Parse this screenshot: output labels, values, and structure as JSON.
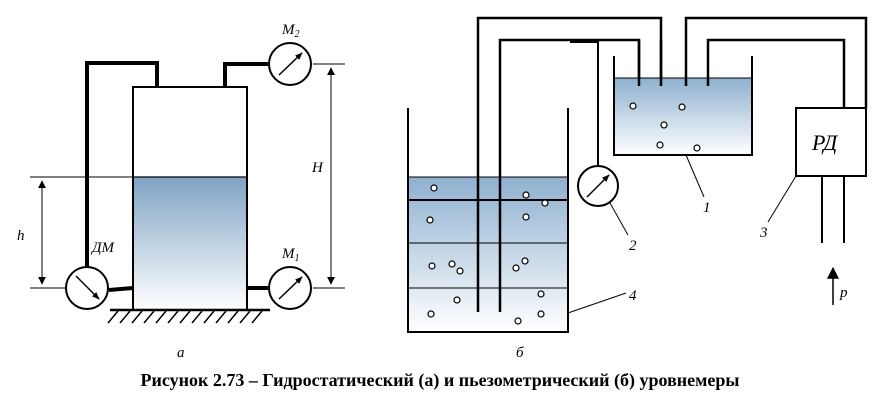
{
  "figure": {
    "caption": "Рисунок 2.73 – Гидростатический (а) и пьезометрический (б) уровнемеры",
    "panel_a": {
      "sublabel": "а",
      "dm_label": "ДМ",
      "m1_label": "М",
      "m1_sub": "1",
      "m2_label": "М",
      "m2_sub": "2",
      "h_label": "h",
      "H_label": "H"
    },
    "panel_b": {
      "sublabel": "б",
      "rd_label": "РД",
      "p_label": "p",
      "callouts": [
        "1",
        "2",
        "3",
        "4"
      ]
    }
  },
  "colors": {
    "liquid_top": "#7fa3c4",
    "liquid_bottom": "#ffffff",
    "line": "#000000"
  }
}
